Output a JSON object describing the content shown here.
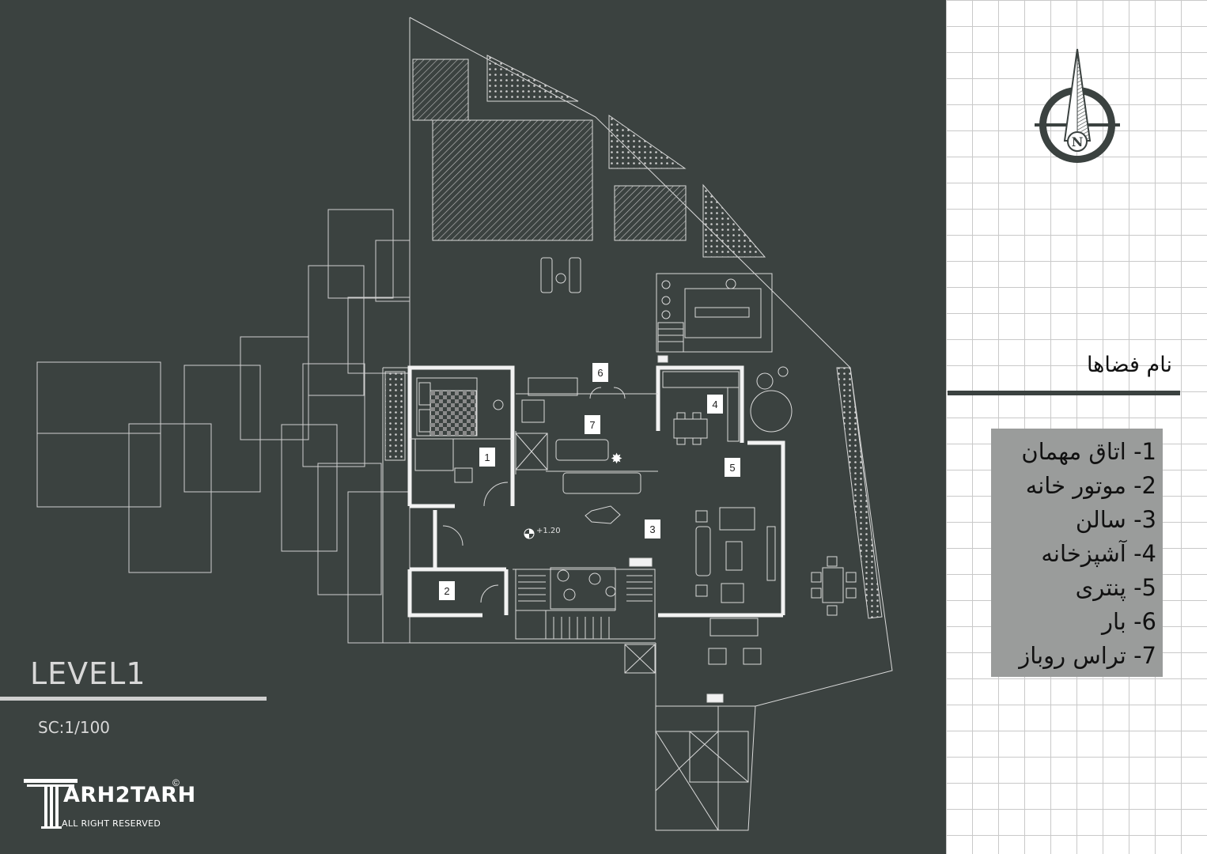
{
  "plan": {
    "level_title": "LEVEL1",
    "scale": "SC:1/100",
    "elevation_mark": "+1.20",
    "room_tags": [
      "1",
      "2",
      "3",
      "4",
      "5",
      "6",
      "7"
    ]
  },
  "branding": {
    "logo_text": "ARH2TARH",
    "logo_subtext": "ALL RIGHT RESERVED",
    "copyright_symbol": "©"
  },
  "compass": {
    "label": "N"
  },
  "legend": {
    "heading": "نام فضاها",
    "items": [
      "1- اتاق مهمان",
      "2- موتور خانه",
      "3- سالن",
      "4- آشپزخانه",
      "5- پنتری",
      "6- بار",
      "7- تراس روباز"
    ]
  },
  "colors": {
    "plan_background": "#3b4240",
    "line": "#d9d9d9",
    "wall": "#f2f2f2",
    "legend_box": "#9a9c9b",
    "grid": "#c9c9c9"
  }
}
